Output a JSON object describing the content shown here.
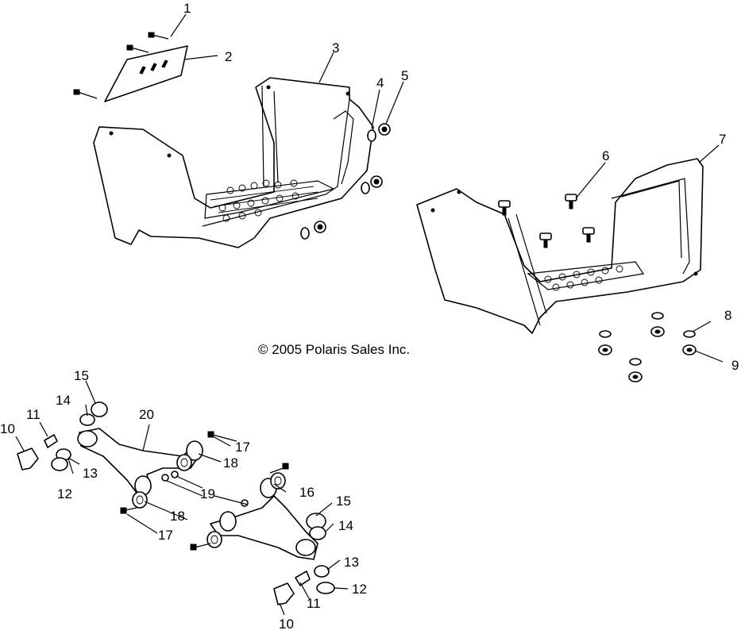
{
  "copyright": "© 2005 Polaris Sales Inc.",
  "callouts": {
    "c1": "1",
    "c2": "2",
    "c3": "3",
    "c4": "4",
    "c5": "5",
    "c6": "6",
    "c7": "7",
    "c8": "8",
    "c9": "9",
    "c10a": "10",
    "c10b": "10",
    "c11a": "11",
    "c11b": "11",
    "c12a": "12",
    "c12b": "12",
    "c13a": "13",
    "c13b": "13",
    "c14a": "14",
    "c14b": "14",
    "c15a": "15",
    "c15b": "15",
    "c16": "16",
    "c17a": "17",
    "c17b": "17",
    "c18a": "18",
    "c18b": "18",
    "c19": "19",
    "c20": "20"
  }
}
